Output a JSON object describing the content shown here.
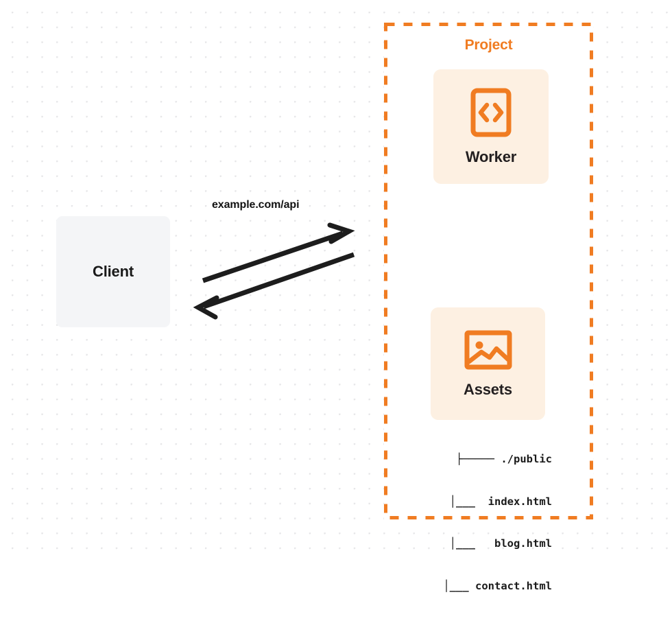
{
  "diagram": {
    "type": "architecture-diagram",
    "background": {
      "style": "dot-grid",
      "dot_color": "#e6e6e8",
      "page_color": "#ffffff"
    },
    "colors": {
      "accent_orange": "#f07c22",
      "card_cream": "#fdf0e2",
      "client_gray": "#f4f5f7",
      "text_dark": "#1a1a1a",
      "arrow_black": "#1d1d1d"
    },
    "client": {
      "label": "Client"
    },
    "connection": {
      "label": "example.com/api",
      "request_arrow_name": "request-arrow",
      "response_arrow_name": "response-arrow",
      "direction": "bidirectional"
    },
    "project": {
      "title": "Project",
      "border_style": "dashed",
      "border_color": "#f07c22",
      "services": [
        {
          "label": "Worker",
          "icon": "code-brackets-icon"
        },
        {
          "label": "Assets",
          "icon": "image-icon"
        }
      ],
      "file_tree": [
        {
          "connector": "├────",
          "name": "./public"
        },
        {
          "connector": "│___",
          "name": "index.html"
        },
        {
          "connector": "│___",
          "name": "blog.html"
        },
        {
          "connector": "│___",
          "name": "contact.html"
        }
      ],
      "file_tree_lines": [
        "├───── ./public",
        "  │___  index.html",
        "  │___   blog.html",
        "  │___ contact.html"
      ]
    }
  }
}
